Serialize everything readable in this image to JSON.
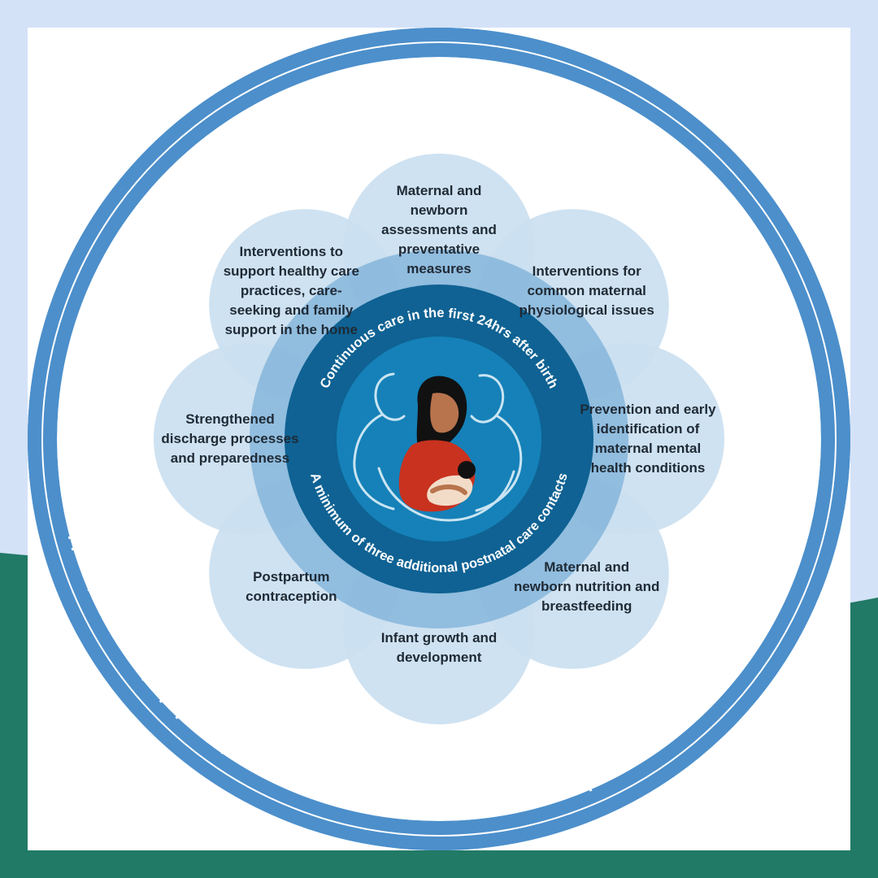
{
  "colors": {
    "sky": "#d4e2f7",
    "ground": "#217a66",
    "frame": "#ffffff",
    "outer_ring": "#4c8fcb",
    "ring_line": "#ffffff",
    "petal": "#cbe0f0",
    "halo": "#5e9fd0",
    "core_dark": "#0f6293",
    "core_mid": "#1581b8",
    "figure_line": "#c9e4f2",
    "mother_dress": "#c8321f",
    "skin": "#b8744d",
    "hair": "#111111",
    "text_dark": "#1f2a35",
    "text_light": "#ffffff"
  },
  "outer_ring": {
    "segments": [
      {
        "id": "respectful",
        "label": "Respectful, individualized, person-centred care"
      },
      {
        "id": "referral",
        "label": "Effective referral systems"
      },
      {
        "id": "hr",
        "label": "Competent and motivated human resources"
      },
      {
        "id": "supplies",
        "label": "Supplies, medicines, equipment, infrastructure"
      }
    ]
  },
  "core": {
    "upper_text": "Continuous care in the first 24hrs after birth",
    "lower_text": "A minimum of three additional postnatal care contacts",
    "illustration": "mother-breastfeeding-with-family-icon"
  },
  "petals": [
    {
      "id": "assessments",
      "label": "Maternal and newborn assessments and preventative measures"
    },
    {
      "id": "physiological",
      "label": "Interventions for common maternal physiological issues"
    },
    {
      "id": "mental-health",
      "label": "Prevention and early identification of maternal mental health conditions"
    },
    {
      "id": "nutrition",
      "label": "Maternal and newborn nutrition and breastfeeding"
    },
    {
      "id": "growth",
      "label": "Infant growth and development"
    },
    {
      "id": "contraception",
      "label": "Postpartum contraception"
    },
    {
      "id": "discharge",
      "label": "Strengthened discharge processes and preparedness"
    },
    {
      "id": "home-care",
      "label": "Interventions to support healthy care practices, care-seeking and family support in the home"
    }
  ]
}
